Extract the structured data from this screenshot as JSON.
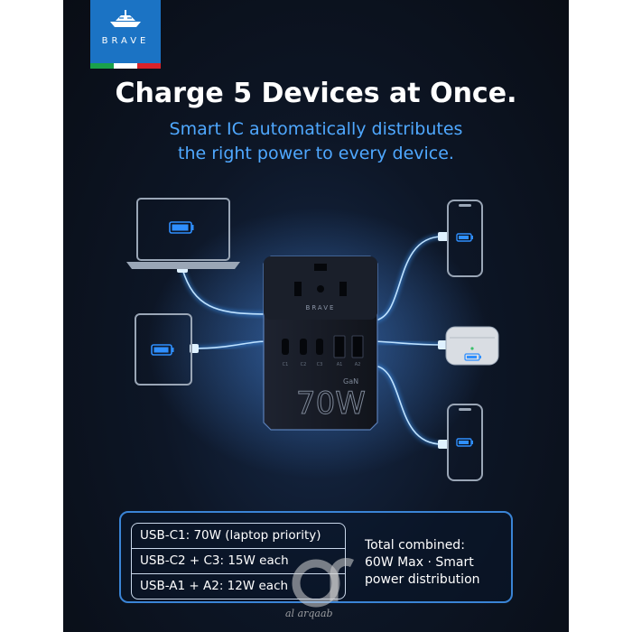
{
  "brand": {
    "name": "BRAVE",
    "accent": "#1b73c4",
    "flag_colors": [
      "#1aa14b",
      "#ffffff",
      "#d8232a"
    ]
  },
  "headline": "Charge 5 Devices at Once.",
  "subheadline": {
    "line1": "Smart IC automatically distributes",
    "line2": "the right power to every device."
  },
  "charger": {
    "brand_label": "BRAVE",
    "power_label": "70W",
    "gan_label": "GaN",
    "port_labels": [
      "C1",
      "C2",
      "C3",
      "A1",
      "A2"
    ]
  },
  "devices": [
    {
      "name": "laptop",
      "battery_icon": "battery-icon"
    },
    {
      "name": "tablet",
      "battery_icon": "battery-icon"
    },
    {
      "name": "phone-top",
      "battery_icon": "battery-icon"
    },
    {
      "name": "earbuds-case",
      "battery_icon": "battery-icon"
    },
    {
      "name": "phone-bottom",
      "battery_icon": "battery-icon"
    }
  ],
  "spec_rows": [
    "USB-C1: 70W (laptop priority)",
    "USB-C2 + C3: 15W each",
    "USB-A1 + A2: 12W each"
  ],
  "total": {
    "line1": "Total combined:",
    "line2": "60W Max · Smart",
    "line3": "power distribution"
  },
  "watermark": "al arqaab",
  "colors": {
    "background": "#0d1626",
    "headline": "#ffffff",
    "sub": "#4fa8ff",
    "glow": "#5ab4ff",
    "battery": "#2f8fff"
  }
}
